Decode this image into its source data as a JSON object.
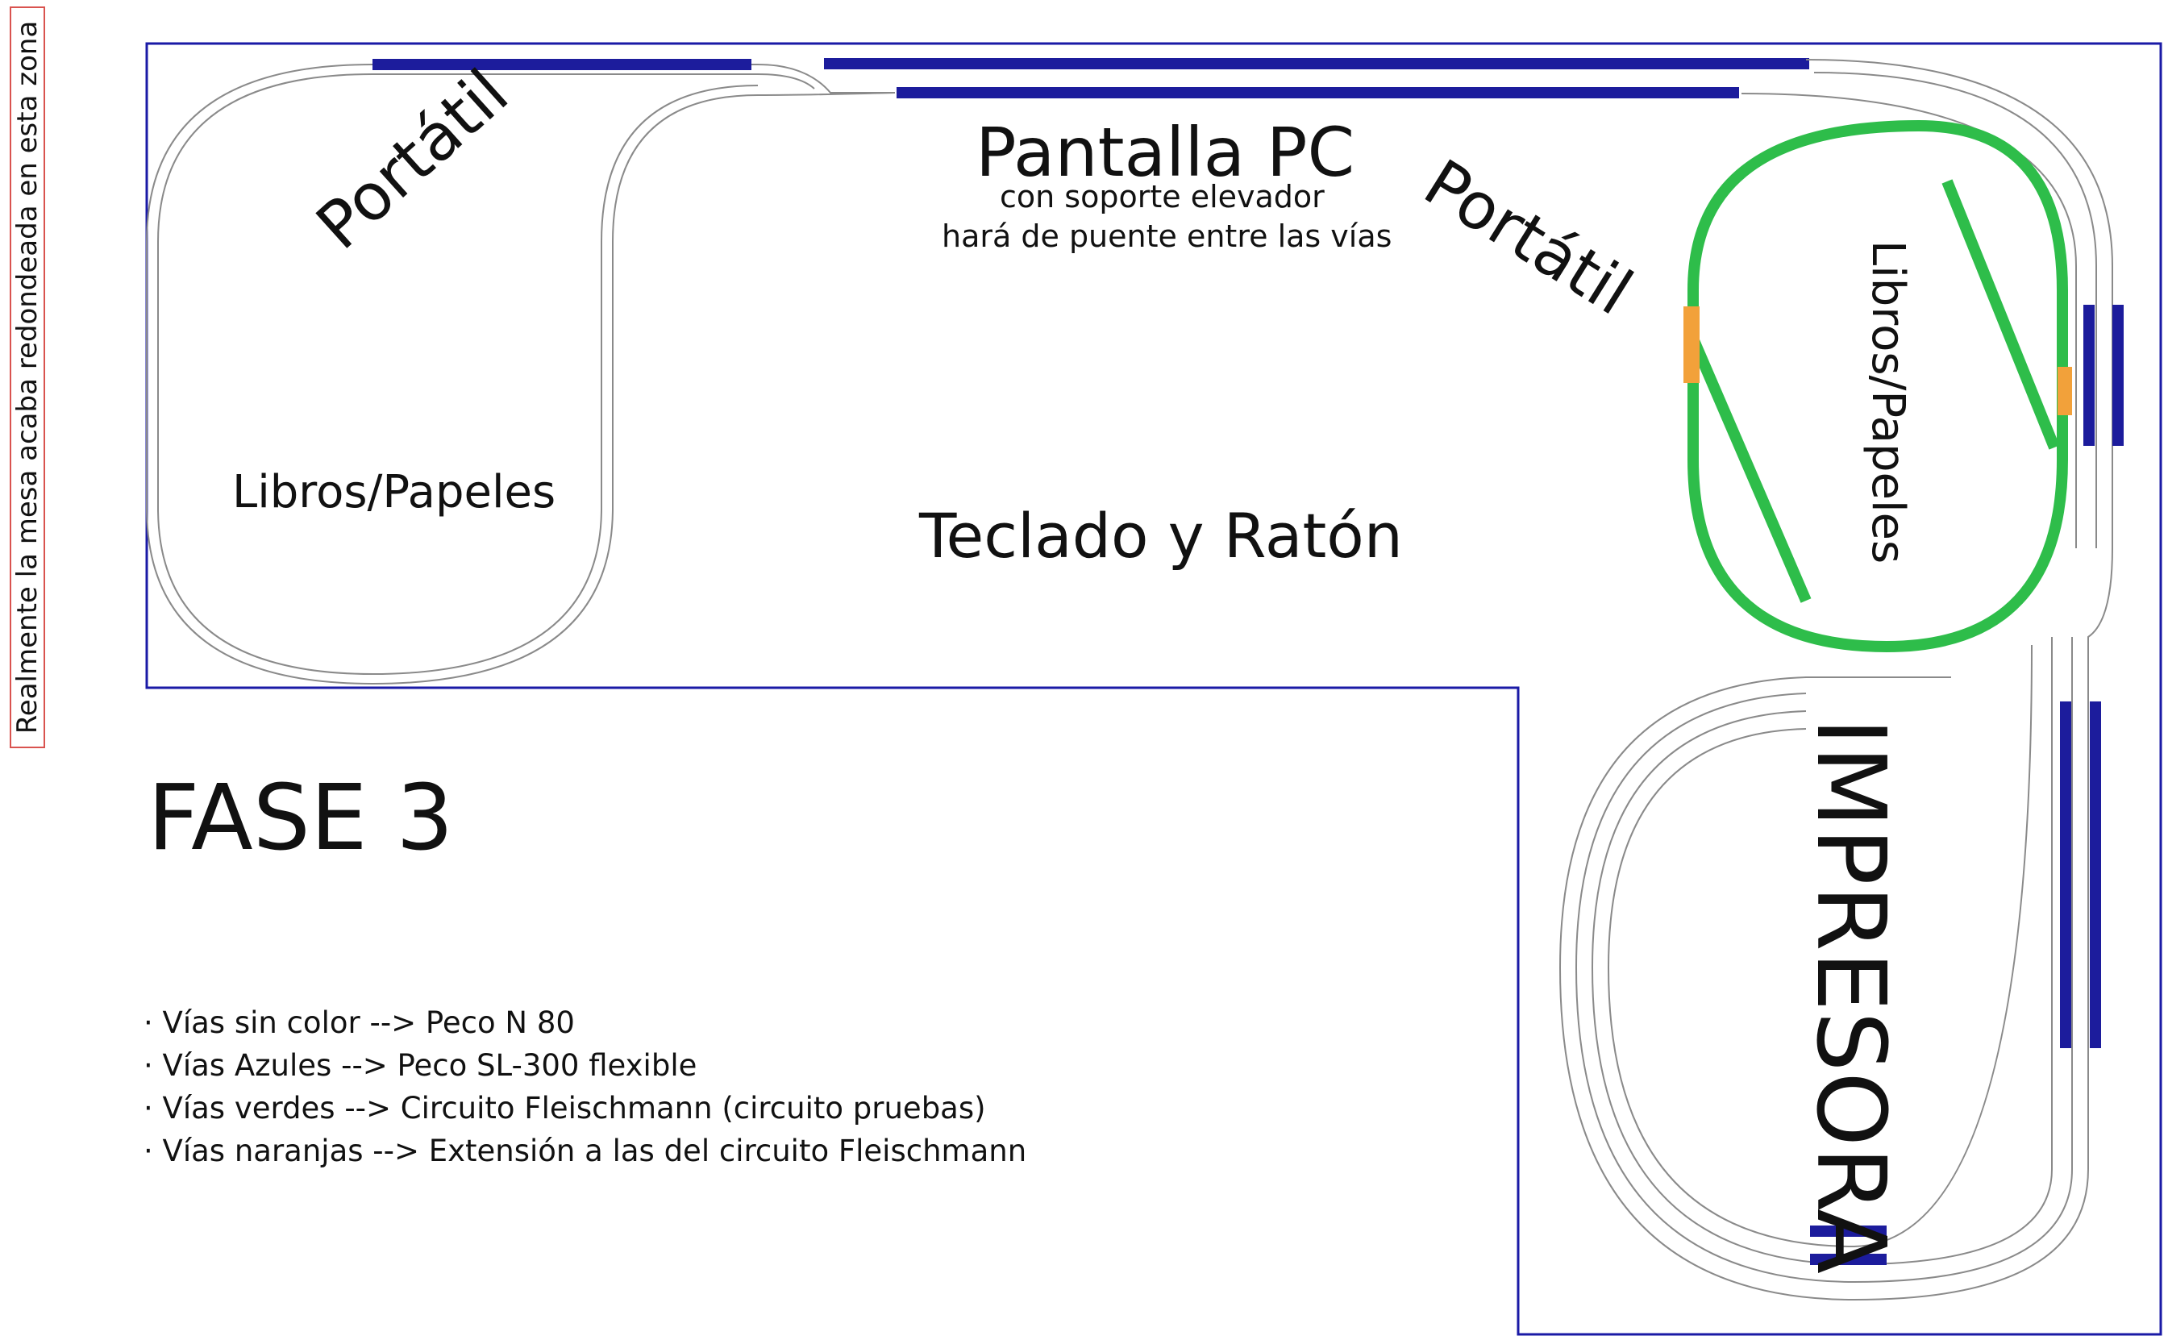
{
  "side_note": "Realmente la mesa acaba redondeada en esta zona",
  "labels": {
    "portatil_left": "Portátil",
    "portatil_right": "Portátil",
    "pantalla_title": "Pantalla PC",
    "pantalla_sub1": "con soporte elevador",
    "pantalla_sub2": "hará de puente entre las vías",
    "libros_left": "Libros/Papeles",
    "libros_right": "Libros/Papeles",
    "teclado": "Teclado y Ratón",
    "fase": "FASE 3",
    "impresora": "IMPRESORA"
  },
  "legend": [
    "· Vías sin color --> Peco N 80",
    "· Vías Azules --> Peco SL-300 flexible",
    "· Vías verdes --> Circuito Fleischmann (circuito pruebas)",
    "· Vías naranjas --> Extensión a las del circuito Fleischmann"
  ],
  "colors": {
    "table_outline": "#1a1aa6",
    "track_plain": "#8a8a8a",
    "track_blue": "#1c1c9c",
    "track_green": "#2ebd4a",
    "track_orange": "#f2a13a",
    "note_border": "#d9534f"
  }
}
